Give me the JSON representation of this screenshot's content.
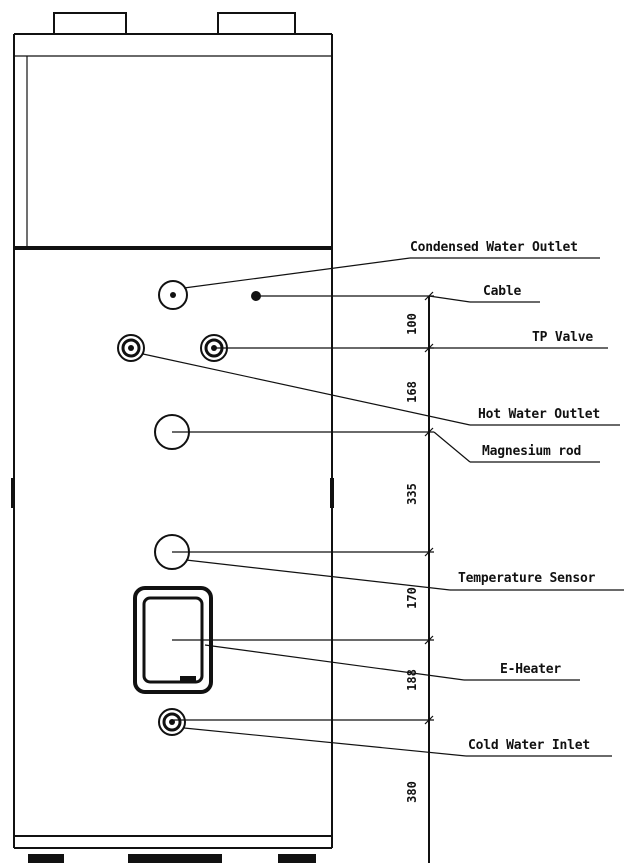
{
  "labels": {
    "condensed_water_outlet": "Condensed Water Outlet",
    "cable": "Cable",
    "tp_valve": "TP Valve",
    "hot_water_outlet": "Hot Water Outlet",
    "magnesium_rod": "Magnesium rod",
    "temperature_sensor": "Temperature Sensor",
    "e_heater": "E-Heater",
    "cold_water_inlet": "Cold Water Inlet"
  },
  "dimensions": [
    "100",
    "168",
    "335",
    "170",
    "188",
    "380"
  ],
  "colors": {
    "line": "#111111",
    "background": "#ffffff"
  }
}
